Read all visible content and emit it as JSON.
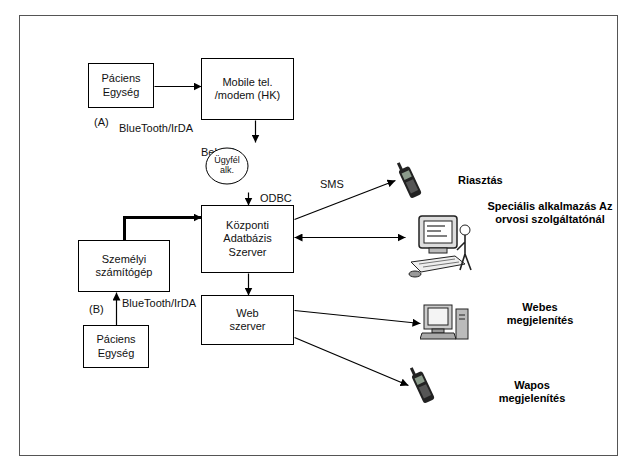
{
  "diagram": {
    "nodes": [
      {
        "text": [
          "Páciens Egység"
        ]
      },
      {
        "text": [
          "Mobile tel. /modem (HK)"
        ]
      },
      {
        "text": [
          "Behívó"
        ]
      },
      {
        "text": [
          "Ügyfél alk."
        ],
        "in": 2
      },
      {
        "text": [
          "Központi Adatbázis Szerver"
        ]
      },
      {
        "text": [
          "Személyi számítógép"
        ]
      },
      {
        "text": [
          "Páciens Egység"
        ]
      },
      {
        "text": [
          "Web szerver"
        ]
      },
      {
        "text": [
          "Riasztás"
        ]
      },
      {
        "text": [
          "Speciális alkalmazás Az orvosi szolgáltatónál"
        ]
      },
      {
        "text": [
          "Webes megjelenítés"
        ]
      },
      {
        "text": [
          "Wapos megjelenítés"
        ]
      }
    ],
    "edges": [
      {
        "from": 0,
        "to": 1,
        "arrow": "to"
      },
      {
        "from": 1,
        "to": 2,
        "arrow": "to"
      },
      {
        "from": 2,
        "to": 4,
        "label": "ODBC",
        "arrow": "to"
      },
      {
        "from": 4,
        "to": 7,
        "arrow": "to"
      },
      {
        "from": 6,
        "to": 5,
        "arrow": "to"
      },
      {
        "from": 5,
        "to": 4,
        "arrow": "to"
      },
      {
        "from": 4,
        "to": 8,
        "label": "SMS",
        "arrow": "to"
      },
      {
        "from": 4,
        "to": 9,
        "arrow": "both"
      },
      {
        "from": 7,
        "to": 10,
        "arrow": "to"
      },
      {
        "from": 7,
        "to": 11,
        "arrow": "to"
      }
    ],
    "labels": [
      "(A)",
      "BlueTooth/IrDA",
      "(B)",
      "BlueTooth/IrDA"
    ]
  }
}
